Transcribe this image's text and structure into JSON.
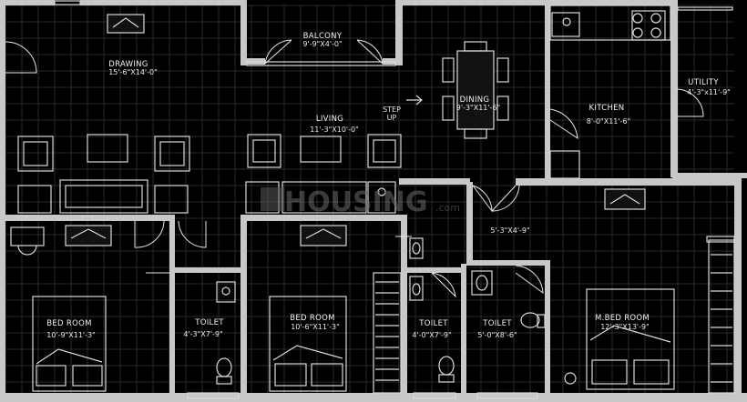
{
  "rooms": {
    "drawing": {
      "name": "DRAWING",
      "size": "15'-6\"X14'-0\""
    },
    "balcony": {
      "name": "BALCONY",
      "size": "9'-9\"X4'-0\""
    },
    "dining": {
      "name": "DINING",
      "size": "9'-3\"X11'-6\""
    },
    "kitchen": {
      "name": "KITCHEN",
      "size": "8'-0\"X11'-6\""
    },
    "utility": {
      "name": "UTILITY",
      "size": "4'-3\"x11'-9\""
    },
    "living": {
      "name": "LIVING",
      "size": "11'-3\"X10'-0\""
    },
    "step_up": {
      "line1": "STEP",
      "line2": "UP"
    },
    "passage": {
      "size": "5'-3\"X4'-9\""
    },
    "bedroom1": {
      "name": "BED ROOM",
      "size": "10'-9\"X11'-3\""
    },
    "toilet1": {
      "name": "TOILET",
      "size": "4'-3\"X7'-9\""
    },
    "bedroom2": {
      "name": "BED ROOM",
      "size": "10'-6\"X11'-3\""
    },
    "toilet2": {
      "name": "TOILET",
      "size": "4'-0\"X7'-9\""
    },
    "toilet3": {
      "name": "TOILET",
      "size": "5'-0\"X8'-6\""
    },
    "master_bedroom": {
      "name": "M.BED ROOM",
      "size": "12'-3\"X13'-9\""
    }
  },
  "watermark": {
    "text": "HOUSING",
    "suffix": ".com"
  },
  "colors": {
    "background": "#000000",
    "walls": "#c8c8c8",
    "lines": "#d9d9d9",
    "grid": "#2a2a2a"
  }
}
